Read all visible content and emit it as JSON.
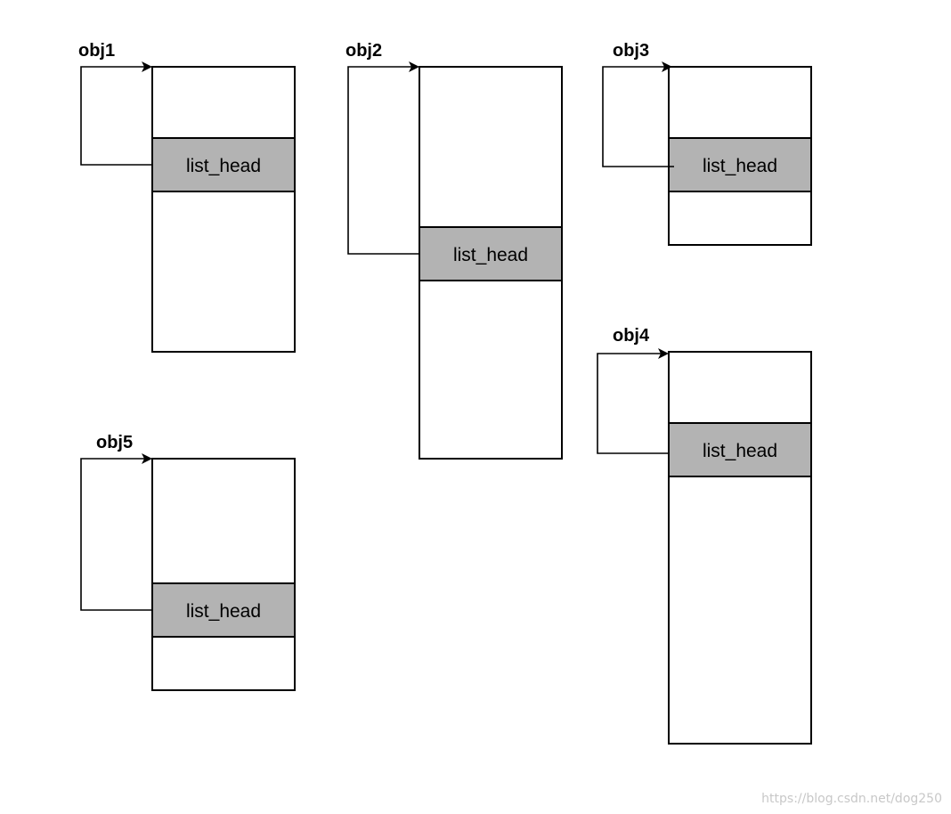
{
  "objects": [
    {
      "id": "obj1",
      "label": "obj1",
      "field_label": "list_head"
    },
    {
      "id": "obj2",
      "label": "obj2",
      "field_label": "list_head"
    },
    {
      "id": "obj3",
      "label": "obj3",
      "field_label": "list_head"
    },
    {
      "id": "obj4",
      "label": "obj4",
      "field_label": "list_head"
    },
    {
      "id": "obj5",
      "label": "obj5",
      "field_label": "list_head"
    }
  ],
  "colors": {
    "field_fill": "#b3b3b3",
    "box_fill": "#ffffff",
    "stroke": "#000000",
    "watermark": "#c8c8c8"
  },
  "watermark": "https://blog.csdn.net/dog250"
}
